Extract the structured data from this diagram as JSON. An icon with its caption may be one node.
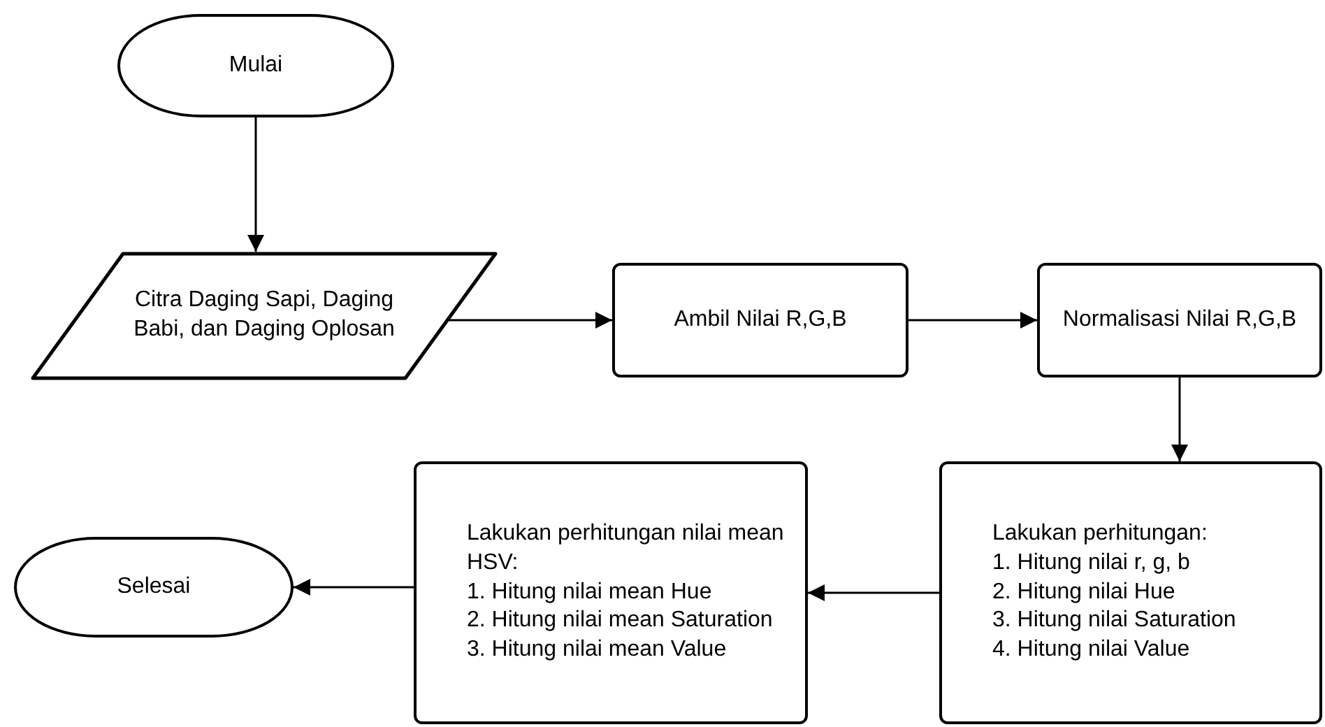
{
  "diagram": {
    "nodes": [
      {
        "text": [
          "Mulai"
        ]
      },
      {
        "text": [
          "Citra Daging Sapi, Daging Babi, dan Daging Oplosan"
        ]
      },
      {
        "text": [
          "Ambil Nilai R,G,B"
        ]
      },
      {
        "text": [
          "Normalisasi Nilai R,G,B"
        ]
      },
      {
        "text": [
          "Lakukan perhitungan:",
          "1. Hitung nilai r, g, b",
          "2. Hitung nilai Hue",
          "3. Hitung nilai Saturation",
          "4. Hitung nilai Value"
        ]
      },
      {
        "text": [
          "Lakukan perhitungan nilai mean HSV:",
          "1. Hitung nilai mean Hue",
          "2. Hitung nilai mean Saturation",
          "3. Hitung nilai mean Value"
        ]
      },
      {
        "text": [
          "Selesai"
        ]
      }
    ],
    "edges": [
      {
        "from": 0,
        "to": 1,
        "arrow": "to"
      },
      {
        "from": 1,
        "to": 2,
        "arrow": "to"
      },
      {
        "from": 2,
        "to": 3,
        "arrow": "to"
      },
      {
        "from": 3,
        "to": 4,
        "arrow": "to"
      },
      {
        "from": 4,
        "to": 5,
        "arrow": "to"
      },
      {
        "from": 5,
        "to": 6,
        "arrow": "to"
      }
    ]
  }
}
